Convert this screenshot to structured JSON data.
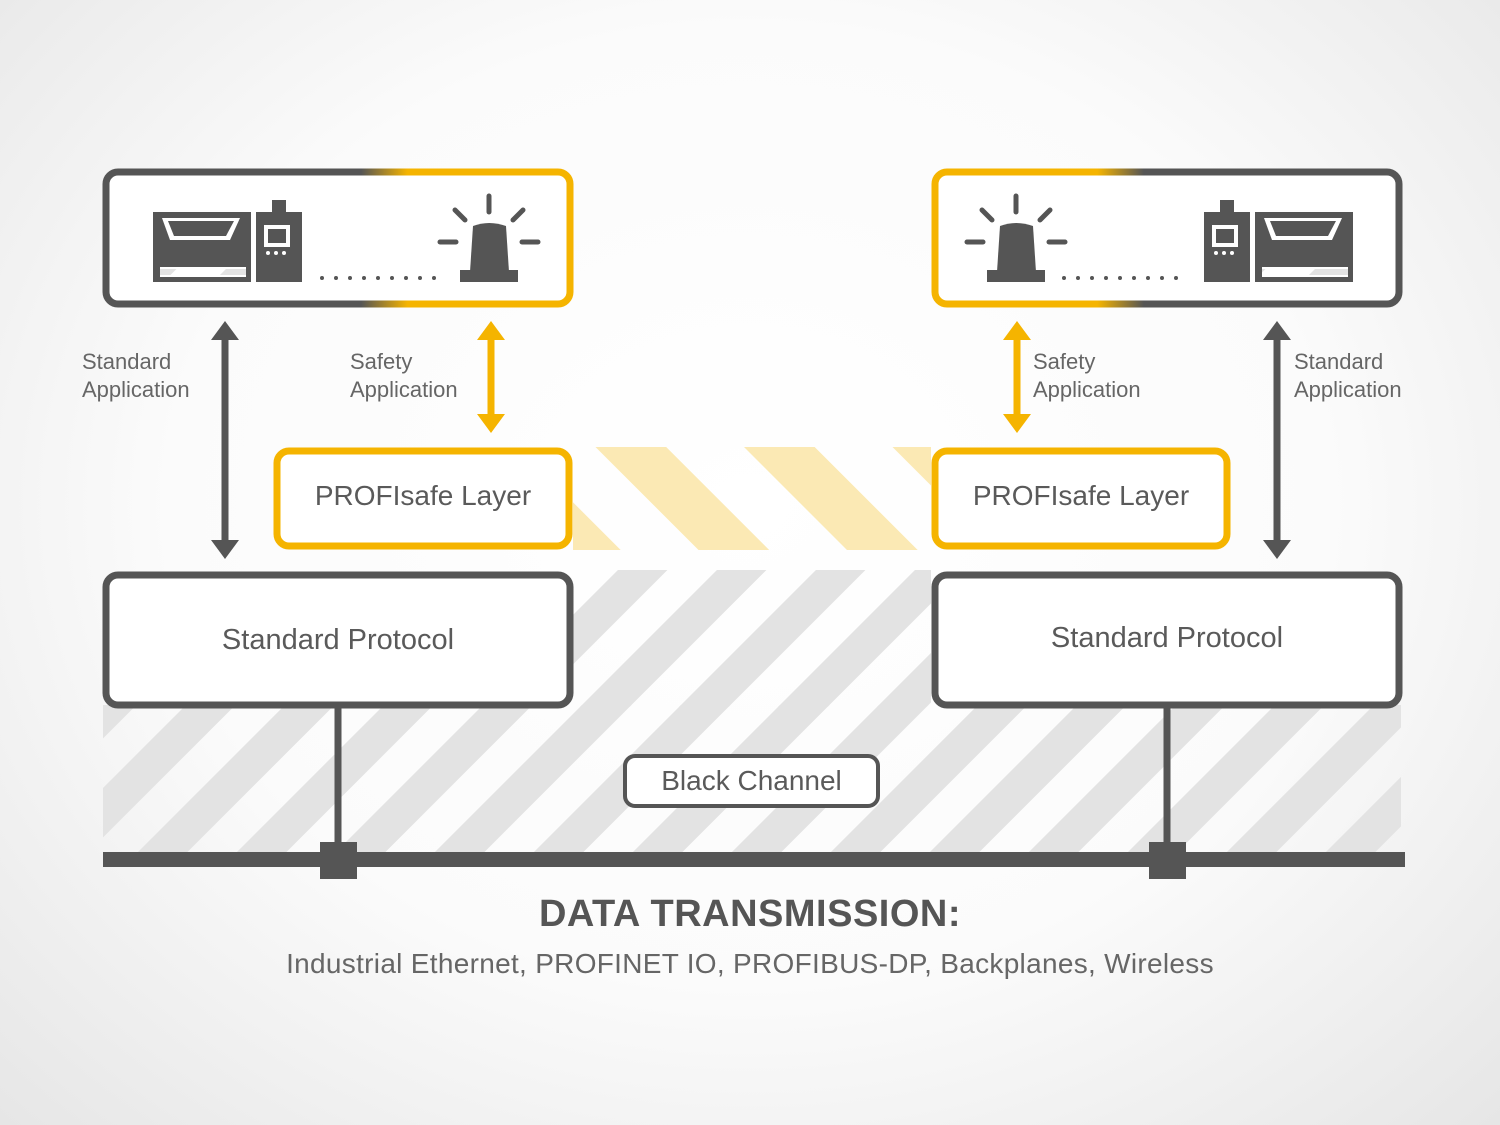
{
  "colors": {
    "dark": "#555555",
    "safety_yellow": "#f5b400",
    "stripe_gray": "#e3e3e3",
    "stripe_yellow": "#fbe9b4",
    "background": "#fbfbfb"
  },
  "left_node": {
    "device_icons": [
      "plc-icon",
      "controller-module-icon",
      "beacon-light-icon"
    ],
    "standard_application_label": "Standard\nApplication",
    "safety_application_label": "Safety\nApplication",
    "profisafe_layer": "PROFIsafe Layer",
    "standard_protocol": "Standard Protocol"
  },
  "right_node": {
    "device_icons": [
      "beacon-light-icon",
      "controller-module-icon",
      "plc-icon"
    ],
    "standard_application_label": "Standard\nApplication",
    "safety_application_label": "Safety\nApplication",
    "profisafe_layer": "PROFIsafe Layer",
    "standard_protocol": "Standard Protocol"
  },
  "black_channel": "Black Channel",
  "footer": {
    "title": "DATA TRANSMISSION:",
    "subtitle": "Industrial Ethernet, PROFINET IO, PROFIBUS-DP, Backplanes, Wireless"
  }
}
